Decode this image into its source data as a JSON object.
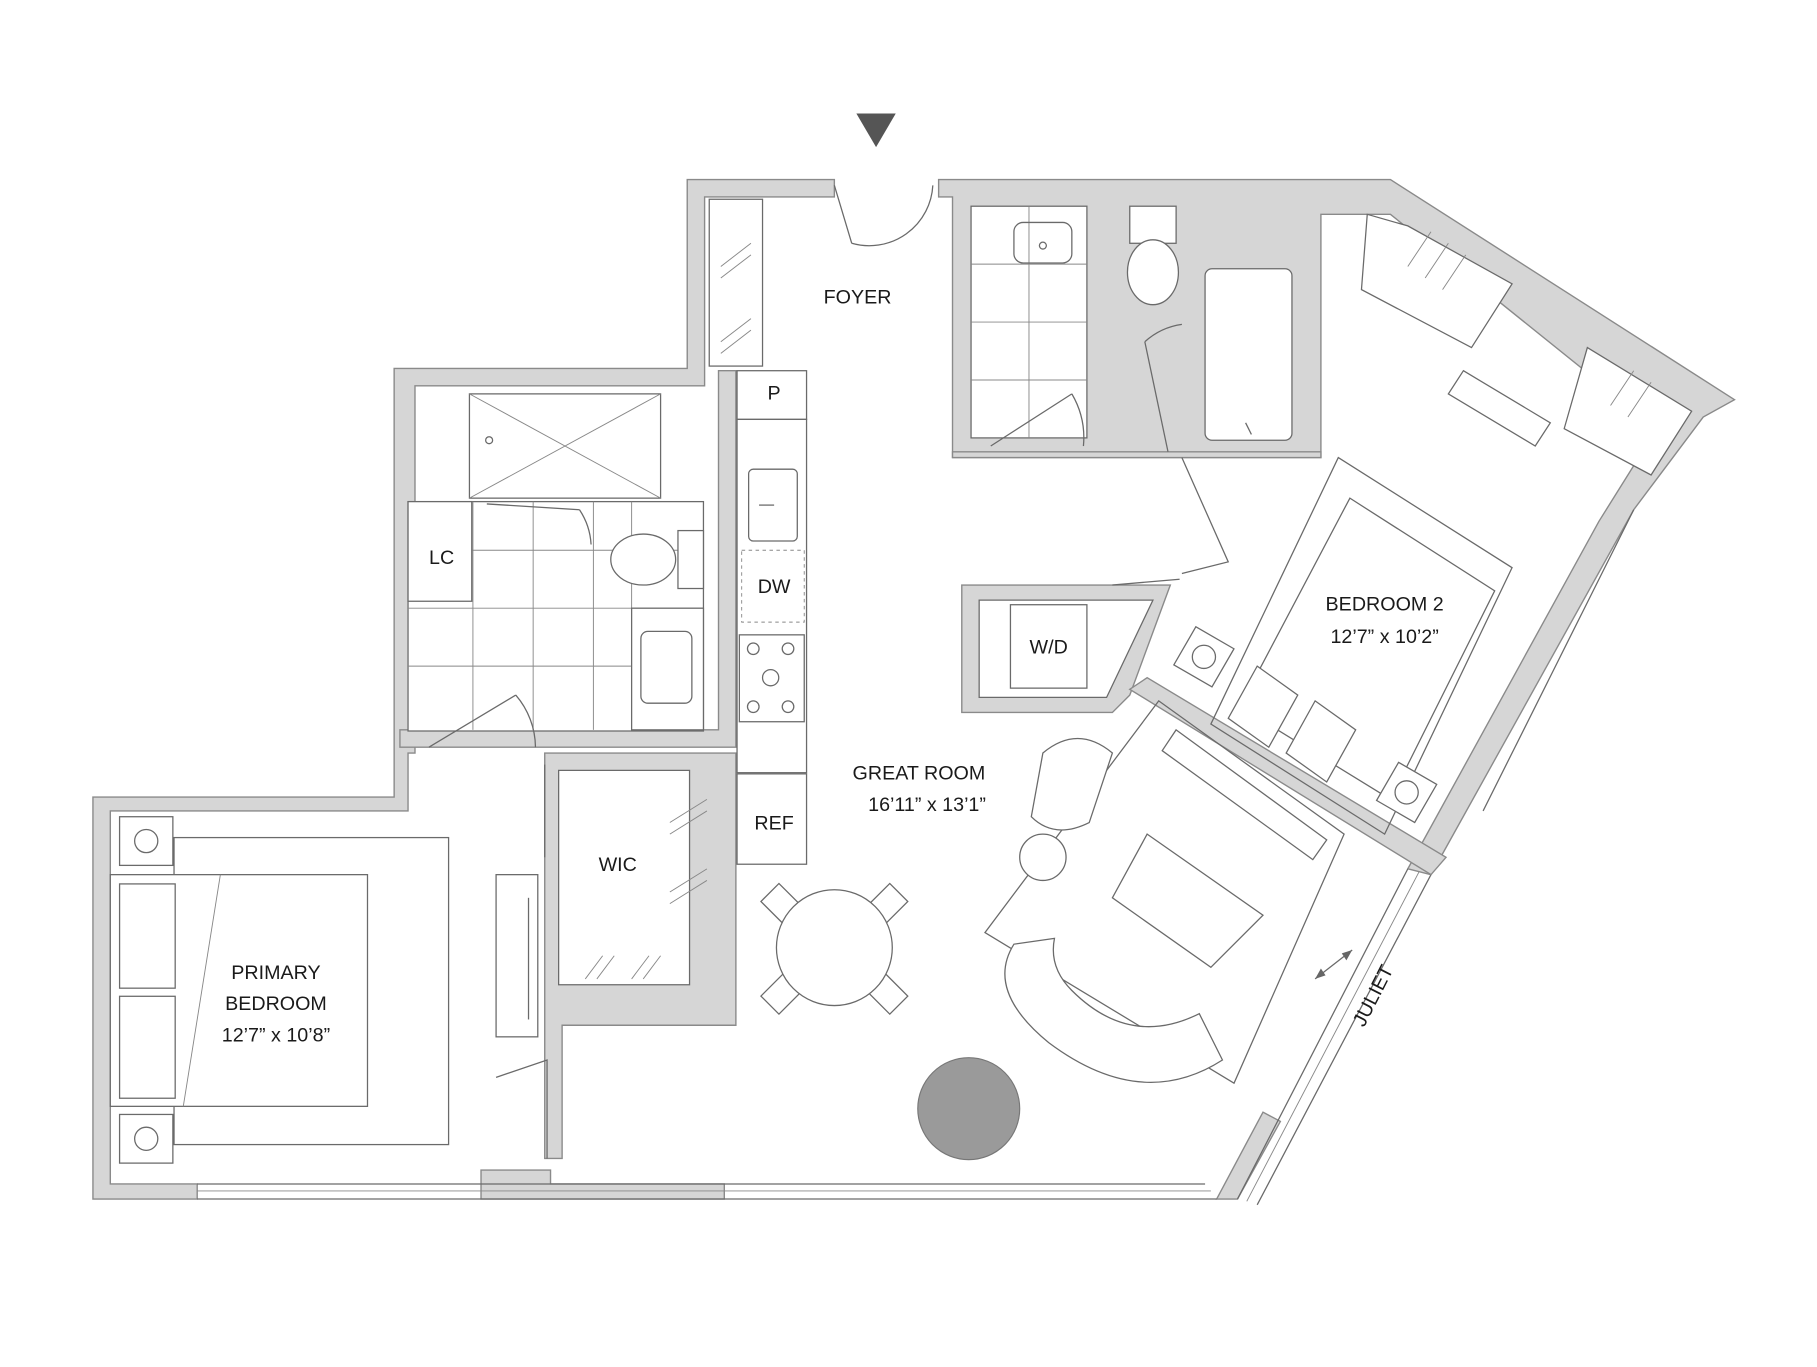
{
  "rooms": {
    "foyer": {
      "name": "FOYER"
    },
    "great_room": {
      "name": "GREAT ROOM",
      "size": "16’11” x 13’1”"
    },
    "bedroom2": {
      "name": "BEDROOM 2",
      "size": "12’7” x 10’2”"
    },
    "primary": {
      "name_line1": "PRIMARY",
      "name_line2": "BEDROOM",
      "size": "12’7” x 10’8”"
    },
    "wic": {
      "name": "WIC"
    },
    "lc": {
      "name": "LC"
    },
    "wd": {
      "name": "W/D"
    }
  },
  "kitchen": {
    "pantry": "P",
    "dishwasher": "DW",
    "refrigerator": "REF"
  },
  "balcony": {
    "label": "JULIET"
  },
  "colors": {
    "wall": "#d6d6d6",
    "line": "#6a6a6a",
    "rug": "#9a9a9a",
    "entry_marker": "#555555"
  }
}
